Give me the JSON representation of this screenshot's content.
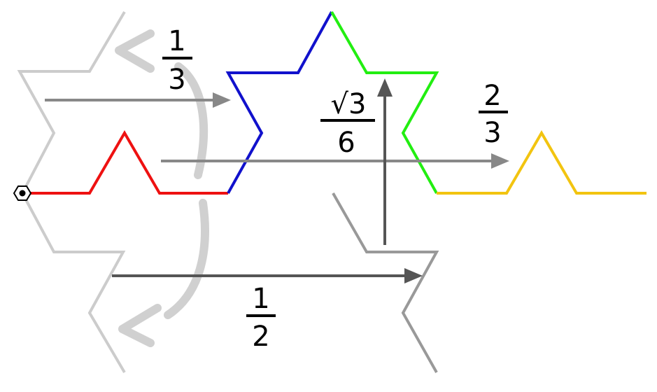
{
  "labels": {
    "one_third_num": "1",
    "one_third_den": "3",
    "two_thirds_num": "2",
    "two_thirds_den": "3",
    "sqrt3_over6_num": "√3",
    "sqrt3_over6_den": "6",
    "one_half_num": "1",
    "one_half_den": "2"
  },
  "colors": {
    "red": "#ee1111",
    "blue": "#1111cc",
    "green": "#22ee11",
    "yellow": "#f2c410",
    "light_gray": "#cccccc",
    "mid_gray": "#999999",
    "dark_gray": "#555555",
    "arrow_gray": "#8a8a8a",
    "black": "#000000"
  }
}
